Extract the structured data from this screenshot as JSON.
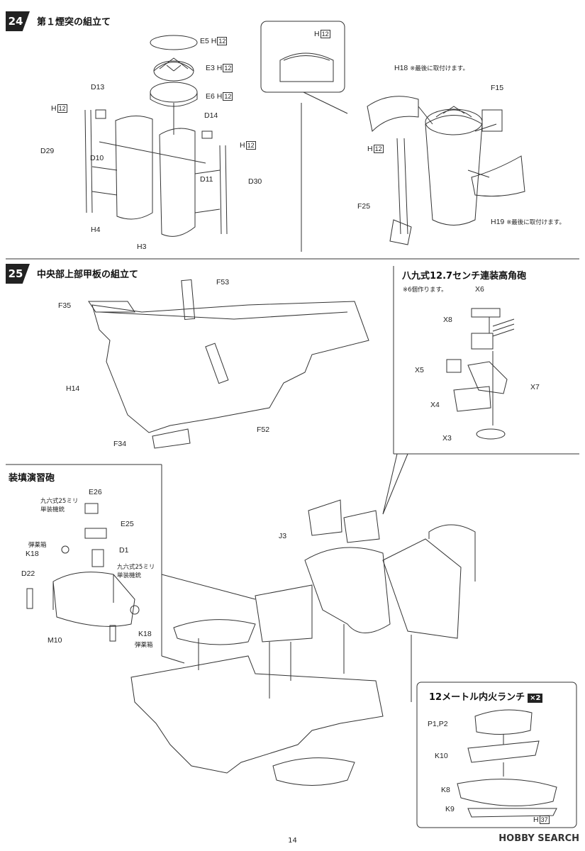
{
  "step24": {
    "number": "24",
    "title": "第１煙突の組立て"
  },
  "step25": {
    "number": "25",
    "title": "中央部上部甲板の組立て"
  },
  "gun_section": {
    "title": "八九式12.7センチ連装高角砲",
    "note": "※6個作ります。"
  },
  "practice_gun": {
    "title": "装填演習砲"
  },
  "launch": {
    "title": "12メートル内火ランチ",
    "multiplier": "×2"
  },
  "labels": {
    "E5": "E5",
    "E3": "E3",
    "E6": "E6",
    "H12": "H",
    "H12num": "12",
    "D13": "D13",
    "D14": "D14",
    "D10": "D10",
    "D11": "D11",
    "D29": "D29",
    "D30": "D30",
    "H4": "H4",
    "H3": "H3",
    "H18": "H18",
    "H18note": "※最後に取付けます。",
    "F15": "F15",
    "F25": "F25",
    "H19": "H19",
    "H19note": "※最後に取付けます。",
    "F53": "F53",
    "F35": "F35",
    "H14": "H14",
    "F52": "F52",
    "F34": "F34",
    "X6": "X6",
    "X8": "X8",
    "X5": "X5",
    "X7": "X7",
    "X4": "X4",
    "X3": "X3",
    "E26": "E26",
    "E25": "E25",
    "D1": "D1",
    "K18": "K18",
    "D22": "D22",
    "M10": "M10",
    "mg1": "九六式25ミリ",
    "mg1b": "単装機銃",
    "mg2": "九六式25ミリ",
    "mg2b": "単装機銃",
    "ammo1": "弾薬箱",
    "ammo2": "弾薬箱",
    "J3": "J3",
    "P1P2": "P1,P2",
    "K10": "K10",
    "K8": "K8",
    "K9": "K9",
    "H37": "H",
    "H37num": "37"
  },
  "footer": {
    "page": "14",
    "watermark": "HOBBY SEARCH"
  }
}
